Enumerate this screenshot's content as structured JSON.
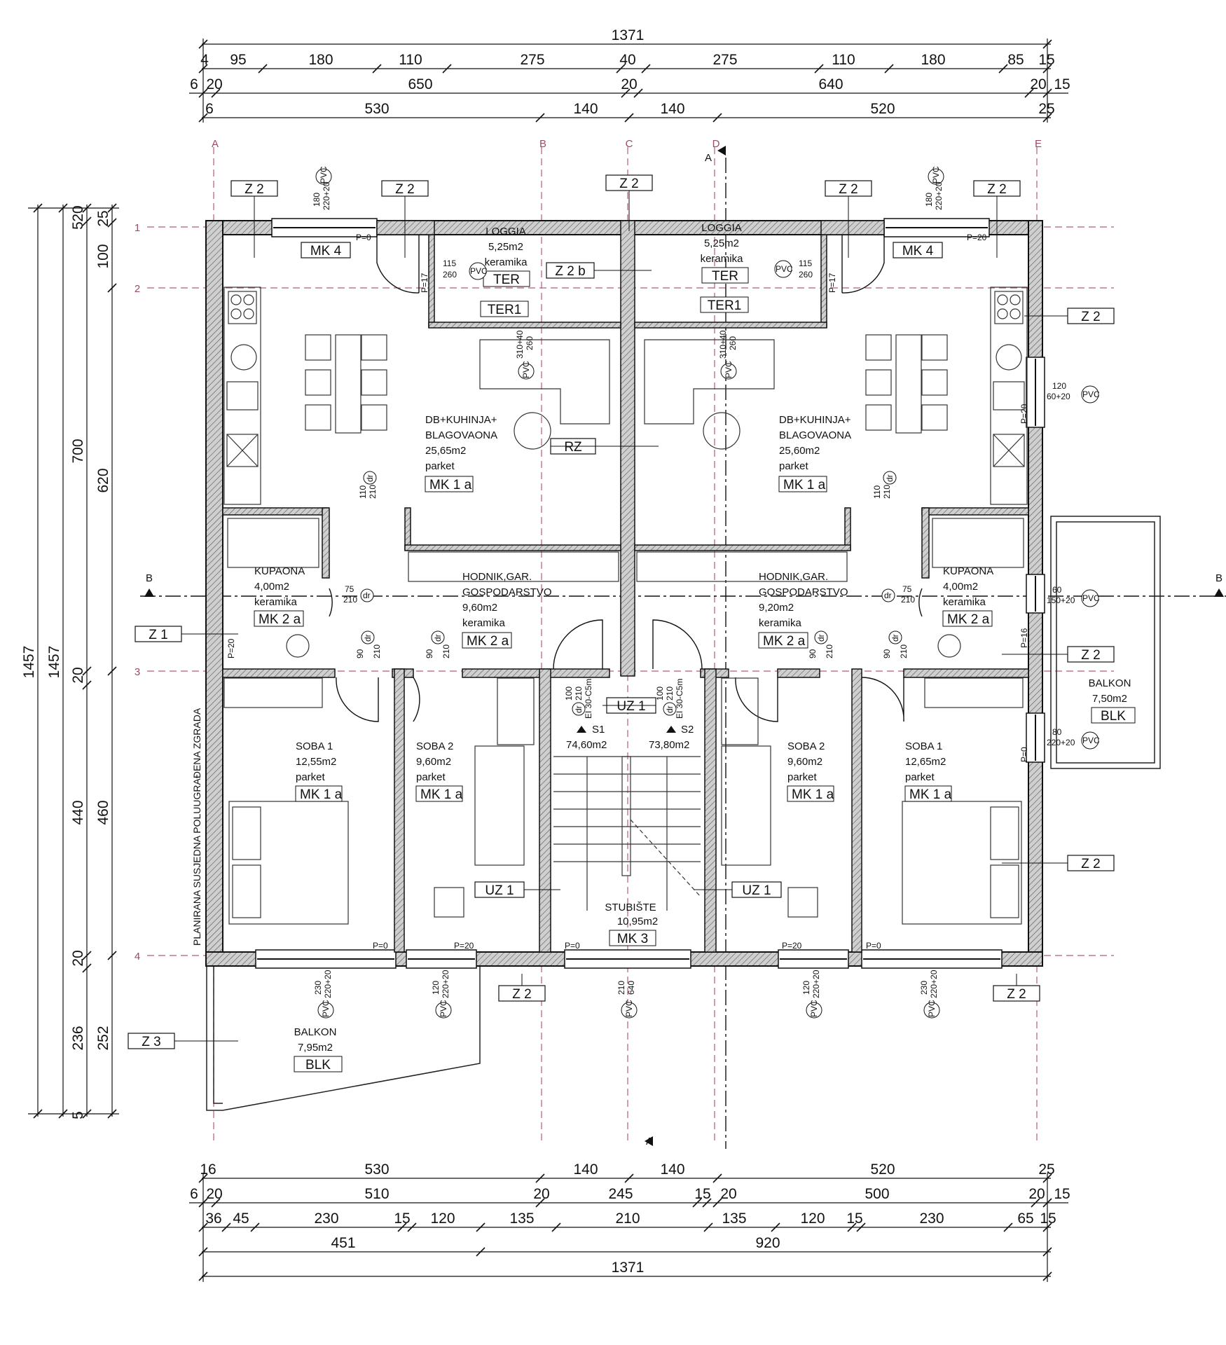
{
  "dims_top": {
    "row1": [
      "1371"
    ],
    "row2": [
      "4",
      "95",
      "180",
      "110",
      "275",
      "40",
      "275",
      "110",
      "180",
      "85",
      "15"
    ],
    "row3": [
      "6",
      "20",
      "650",
      "20",
      "640",
      "20",
      "15"
    ],
    "row4": [
      "6",
      "530",
      "140",
      "140",
      "520",
      "25"
    ]
  },
  "dims_bottom": {
    "row1": [
      "16",
      "530",
      "140",
      "140",
      "520",
      "25"
    ],
    "row2": [
      "6",
      "20",
      "510",
      "20",
      "245",
      "15",
      "20",
      "500",
      "20",
      "15"
    ],
    "row3": [
      "36",
      "45",
      "230",
      "15",
      "120",
      "135",
      "210",
      "135",
      "120",
      "15",
      "230",
      "65",
      "15"
    ],
    "row4": [
      "451",
      "920"
    ],
    "row5": [
      "1371"
    ]
  },
  "dims_left": {
    "outer": [
      "1457"
    ],
    "mid": [
      "1457"
    ],
    "inner1": [
      "20",
      "5",
      "700",
      "20",
      "440",
      "20",
      "236",
      "5"
    ],
    "inner2": [
      "25",
      "100",
      "620",
      "460",
      "252"
    ]
  },
  "grid_cols": [
    "A",
    "B",
    "C",
    "D",
    "E"
  ],
  "grid_rows": [
    "1",
    "2",
    "3",
    "4"
  ],
  "section_marks": [
    "A",
    "A",
    "B",
    "B"
  ],
  "side_note": "PLANIRANA SUSJEDNA POLUUGRAĐENA ZGRADA",
  "rooms": {
    "loggia_l": {
      "name": "LOGGIA",
      "area": "5,25m2",
      "floor": "keramika",
      "tag": "TER",
      "tag2": "TER1"
    },
    "loggia_r": {
      "name": "LOGGIA",
      "area": "5,25m2",
      "floor": "keramika",
      "tag": "TER",
      "tag2": "TER1"
    },
    "living_l": {
      "name1": "DB+KUHINJA+",
      "name2": "BLAGOVAONA",
      "area": "25,65m2",
      "floor": "parket",
      "tag": "MK 1 a"
    },
    "living_r": {
      "name1": "DB+KUHINJA+",
      "name2": "BLAGOVAONA",
      "area": "25,60m2",
      "floor": "parket",
      "tag": "MK 1 a"
    },
    "bath_l": {
      "name": "KUPAONA",
      "area": "4,00m2",
      "floor": "keramika",
      "tag": "MK 2 a"
    },
    "bath_r": {
      "name": "KUPAONA",
      "area": "4,00m2",
      "floor": "keramika",
      "tag": "MK 2 a"
    },
    "hall_l": {
      "name1": "HODNIK,GAR.",
      "name2": "GOSPODARSTVO",
      "area": "9,60m2",
      "floor": "keramika",
      "tag": "MK 2 a"
    },
    "hall_r": {
      "name1": "HODNIK,GAR.",
      "name2": "GOSPODARSTVO",
      "area": "9,20m2",
      "floor": "keramika",
      "tag": "MK 2 a"
    },
    "soba1_l": {
      "name": "SOBA 1",
      "area": "12,55m2",
      "floor": "parket",
      "tag": "MK 1 a"
    },
    "soba2_l": {
      "name": "SOBA 2",
      "area": "9,60m2",
      "floor": "parket",
      "tag": "MK 1 a"
    },
    "soba2_r": {
      "name": "SOBA 2",
      "area": "9,60m2",
      "floor": "parket",
      "tag": "MK 1 a"
    },
    "soba1_r": {
      "name": "SOBA 1",
      "area": "12,65m2",
      "floor": "parket",
      "tag": "MK 1 a"
    },
    "stair": {
      "name": "STUBIŠTE",
      "area": "10,95m2",
      "tag": "MK 3"
    },
    "balcony_l": {
      "name": "BALKON",
      "area": "7,95m2",
      "tag": "BLK"
    },
    "balcony_r": {
      "name": "BALKON",
      "area": "7,50m2",
      "tag": "BLK"
    },
    "unit_s1": {
      "name": "S1",
      "area": "74,60m2"
    },
    "unit_s2": {
      "name": "S2",
      "area": "73,80m2"
    }
  },
  "tags": {
    "z2": "Z 2",
    "z2b": "Z 2 b",
    "z1": "Z 1",
    "z3": "Z 3",
    "mk4": "MK 4",
    "rz": "RZ",
    "uz1": "UZ 1",
    "pvc": "PVC",
    "dr": "dr"
  },
  "openings": {
    "w_top_l": [
      "180",
      "220+20"
    ],
    "w_top_r": [
      "180",
      "220+20"
    ],
    "d_loggia_l": [
      "115",
      "260"
    ],
    "d_loggia_r": [
      "115",
      "260"
    ],
    "w_living_l": [
      "310+40",
      "260"
    ],
    "w_living_r": [
      "310+40",
      "260"
    ],
    "w_right1": [
      "120",
      "60+20"
    ],
    "w_right2": [
      "60",
      "150+20"
    ],
    "w_right3": [
      "80",
      "220+20"
    ],
    "d_bath_l": [
      "75",
      "210"
    ],
    "d_bath_r": [
      "75",
      "210"
    ],
    "d_hall_l": [
      "110",
      "210"
    ],
    "d_hall_r": [
      "110",
      "210"
    ],
    "d_soba1_l": [
      "90",
      "210"
    ],
    "d_soba2_l": [
      "90",
      "210"
    ],
    "d_soba2_r": [
      "90",
      "210"
    ],
    "d_soba1_r": [
      "90",
      "210"
    ],
    "d_entry_l": [
      "100",
      "210"
    ],
    "d_entry_r": [
      "100",
      "210"
    ],
    "fire": "EI 30-C5m",
    "w_bot_1": [
      "230",
      "220+20"
    ],
    "w_bot_2": [
      "120",
      "220+20"
    ],
    "w_bot_3": [
      "210",
      "640"
    ],
    "w_bot_4": [
      "120",
      "220+20"
    ],
    "w_bot_5": [
      "230",
      "220+20"
    ],
    "sill": [
      "P=0",
      "P=20",
      "P=17",
      "P=16"
    ]
  }
}
